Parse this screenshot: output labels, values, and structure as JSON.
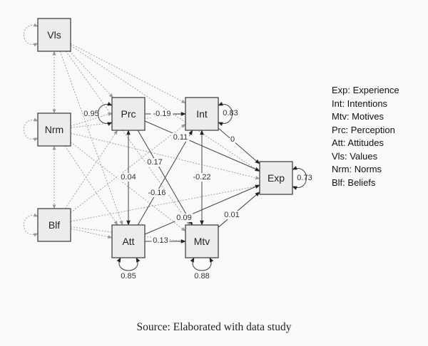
{
  "nodes": [
    {
      "id": "Vls",
      "label": "Vls",
      "type": "exogenous"
    },
    {
      "id": "Nrm",
      "label": "Nrm",
      "type": "exogenous"
    },
    {
      "id": "Blf",
      "label": "Blf",
      "type": "exogenous"
    },
    {
      "id": "Prc",
      "label": "Prc",
      "type": "endogenous"
    },
    {
      "id": "Att",
      "label": "Att",
      "type": "endogenous"
    },
    {
      "id": "Int",
      "label": "Int",
      "type": "endogenous"
    },
    {
      "id": "Mtv",
      "label": "Mtv",
      "type": "endogenous"
    },
    {
      "id": "Exp",
      "label": "Exp",
      "type": "endogenous"
    }
  ],
  "paths": [
    {
      "from": "Prc",
      "to": "Int",
      "label": "-0.19",
      "style": "solid"
    },
    {
      "from": "Prc",
      "to": "Exp",
      "label": "0.11",
      "style": "solid"
    },
    {
      "from": "Prc",
      "to": "Mtv",
      "label": "0.17",
      "style": "solid"
    },
    {
      "from": "Att",
      "to": "Int",
      "label": "-0.16",
      "style": "solid"
    },
    {
      "from": "Att",
      "to": "Mtv",
      "label": "0.13",
      "style": "solid"
    },
    {
      "from": "Att",
      "to": "Exp",
      "label": "0.09",
      "style": "solid"
    },
    {
      "from": "Int",
      "to": "Exp",
      "label": "0",
      "style": "solid"
    },
    {
      "from": "Mtv",
      "to": "Exp",
      "label": "0.01",
      "style": "solid"
    }
  ],
  "covariances": [
    {
      "a": "Prc",
      "b": "Att",
      "label": "0.04",
      "style": "solid"
    },
    {
      "a": "Int",
      "b": "Mtv",
      "label": "-0.22",
      "style": "solid"
    },
    {
      "a": "Vls",
      "b": "Nrm",
      "label": "",
      "style": "dashed"
    },
    {
      "a": "Nrm",
      "b": "Blf",
      "label": "",
      "style": "dashed"
    }
  ],
  "exogenous_paths": [
    {
      "from": "Vls",
      "to": "Prc"
    },
    {
      "from": "Vls",
      "to": "Int"
    },
    {
      "from": "Vls",
      "to": "Att"
    },
    {
      "from": "Vls",
      "to": "Mtv"
    },
    {
      "from": "Vls",
      "to": "Exp"
    },
    {
      "from": "Nrm",
      "to": "Prc"
    },
    {
      "from": "Nrm",
      "to": "Int"
    },
    {
      "from": "Nrm",
      "to": "Att"
    },
    {
      "from": "Nrm",
      "to": "Mtv"
    },
    {
      "from": "Nrm",
      "to": "Exp"
    },
    {
      "from": "Blf",
      "to": "Prc"
    },
    {
      "from": "Blf",
      "to": "Int"
    },
    {
      "from": "Blf",
      "to": "Att"
    },
    {
      "from": "Blf",
      "to": "Mtv"
    },
    {
      "from": "Blf",
      "to": "Exp"
    }
  ],
  "variances": [
    {
      "node": "Vls",
      "label": "",
      "side": "left",
      "style": "dashed"
    },
    {
      "node": "Nrm",
      "label": "",
      "side": "left",
      "style": "dashed"
    },
    {
      "node": "Blf",
      "label": "",
      "side": "left",
      "style": "dashed"
    },
    {
      "node": "Prc",
      "label": "0.95",
      "side": "left",
      "style": "solid"
    },
    {
      "node": "Int",
      "label": "0.83",
      "side": "right",
      "style": "solid"
    },
    {
      "node": "Exp",
      "label": "0.73",
      "side": "right",
      "style": "solid"
    },
    {
      "node": "Att",
      "label": "0.85",
      "side": "bottom",
      "style": "solid"
    },
    {
      "node": "Mtv",
      "label": "0.88",
      "side": "bottom",
      "style": "solid"
    }
  ],
  "legend": [
    "Exp: Experience",
    "Int: Intentions",
    "Mtv: Motives",
    "Prc: Perception",
    "Att: Attitudes",
    "Vls: Values",
    "Nrm: Norms",
    "Blf: Beliefs"
  ],
  "caption": "Source: Elaborated with data study"
}
